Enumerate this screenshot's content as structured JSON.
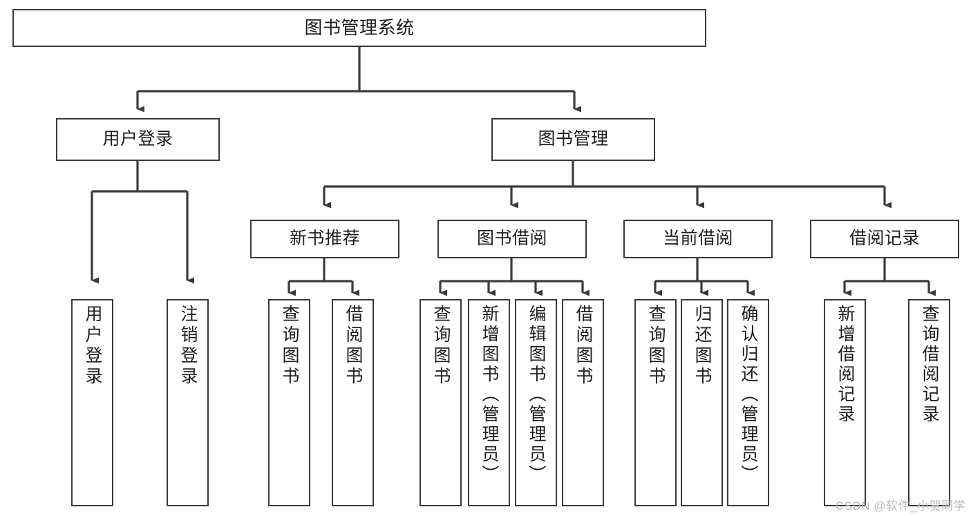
{
  "diagram": {
    "title": "图书管理系统",
    "watermark": "CSDN @软件_小贺同学",
    "line_color": "#3a3a3a",
    "box_fill": "#ffffff",
    "text_color": "#1d1d1d",
    "levels": {
      "root": "图书管理系统",
      "level2": [
        "用户登录",
        "图书管理"
      ],
      "level3": [
        "新书推荐",
        "图书借阅",
        "当前借阅",
        "借阅记录"
      ]
    },
    "nodes": {
      "root": {
        "label": "图书管理系统"
      },
      "user_login": {
        "label": "用户登录"
      },
      "book_manage": {
        "label": "图书管理"
      },
      "new_book_rec": {
        "label": "新书推荐"
      },
      "book_borrow": {
        "label": "图书借阅"
      },
      "current_borrow": {
        "label": "当前借阅"
      },
      "borrow_record": {
        "label": "借阅记录"
      },
      "leaf_user_login": {
        "label": "用户登录"
      },
      "leaf_logout": {
        "label": "注销登录"
      },
      "leaf_query_book_1": {
        "label": "查询图书"
      },
      "leaf_borrow_book_1": {
        "label": "借阅图书"
      },
      "leaf_query_book_2": {
        "label": "查询图书"
      },
      "leaf_add_book": {
        "label": "新增图书（管理员）"
      },
      "leaf_edit_book": {
        "label": "编辑图书（管理员）"
      },
      "leaf_borrow_book_2": {
        "label": "借阅图书"
      },
      "leaf_query_book_3": {
        "label": "查询图书"
      },
      "leaf_return_book": {
        "label": "归还图书"
      },
      "leaf_confirm_return": {
        "label": "确认归还（管理员）"
      },
      "leaf_add_record": {
        "label": "新增借阅记录"
      },
      "leaf_query_record": {
        "label": "查询借阅记录"
      }
    }
  },
  "chart_data": {
    "type": "diagram",
    "title": "图书管理系统",
    "structure": "tree",
    "tree": {
      "label": "图书管理系统",
      "children": [
        {
          "label": "用户登录",
          "children": [
            {
              "label": "用户登录"
            },
            {
              "label": "注销登录"
            }
          ]
        },
        {
          "label": "图书管理",
          "children": [
            {
              "label": "新书推荐",
              "children": [
                {
                  "label": "查询图书"
                },
                {
                  "label": "借阅图书"
                }
              ]
            },
            {
              "label": "图书借阅",
              "children": [
                {
                  "label": "查询图书"
                },
                {
                  "label": "新增图书（管理员）"
                },
                {
                  "label": "编辑图书（管理员）"
                },
                {
                  "label": "借阅图书"
                }
              ]
            },
            {
              "label": "当前借阅",
              "children": [
                {
                  "label": "查询图书"
                },
                {
                  "label": "归还图书"
                },
                {
                  "label": "确认归还（管理员）"
                }
              ]
            },
            {
              "label": "借阅记录",
              "children": [
                {
                  "label": "新增借阅记录"
                },
                {
                  "label": "查询借阅记录"
                }
              ]
            }
          ]
        }
      ]
    }
  }
}
